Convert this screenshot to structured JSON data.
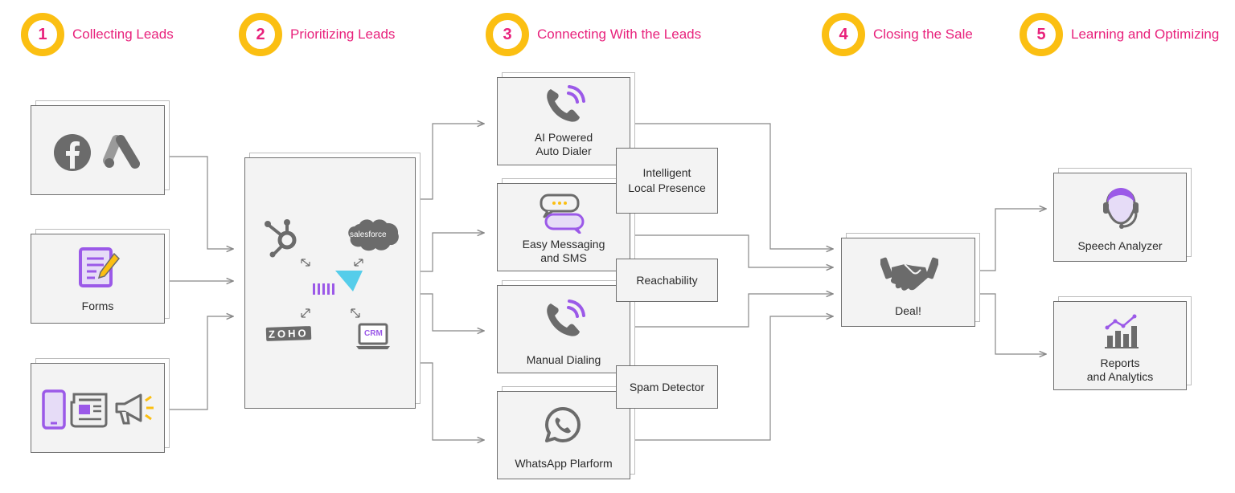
{
  "colors": {
    "accent_pink": "#e8227c",
    "accent_yellow": "#fbbf12",
    "icon_purple": "#9b59e8",
    "icon_gray": "#6b6b6b",
    "connector": "#888888"
  },
  "stages": [
    {
      "number": "1",
      "label": "Collecting Leads"
    },
    {
      "number": "2",
      "label": "Prioritizing Leads"
    },
    {
      "number": "3",
      "label": "Connecting With the Leads"
    },
    {
      "number": "4",
      "label": "Closing the Sale"
    },
    {
      "number": "5",
      "label": "Learning and Optimizing"
    }
  ],
  "sources": {
    "ads": {
      "icons": [
        "facebook-icon",
        "google-ads-icon"
      ]
    },
    "forms": {
      "label": "Forms",
      "icon": "form-edit-icon"
    },
    "offline": {
      "icons": [
        "phone-icon",
        "newspaper-icon",
        "megaphone-icon"
      ]
    }
  },
  "crm_hub": {
    "logos": {
      "salesforce": "salesforce",
      "zoho": "ZOHO",
      "crm": "CRM"
    },
    "icons": [
      "hubspot-icon",
      "salesforce-logo",
      "dialer-logo",
      "zoho-logo",
      "crm-laptop-icon"
    ]
  },
  "channels": [
    {
      "label": "AI Powered\nAuto Dialer",
      "icon": "phone-ringing-icon"
    },
    {
      "label": "Easy Messaging\nand SMS",
      "icon": "chat-bubbles-icon"
    },
    {
      "label": "Manual Dialing",
      "icon": "phone-ringing-icon"
    },
    {
      "label": "WhatsApp Plarform",
      "icon": "whatsapp-icon"
    }
  ],
  "features": [
    {
      "label": "Intelligent\nLocal Presence"
    },
    {
      "label": "Reachability"
    },
    {
      "label": "Spam Detector"
    }
  ],
  "deal": {
    "label": "Deal!",
    "icon": "handshake-icon"
  },
  "outputs": [
    {
      "label": "Speech Analyzer",
      "icon": "agent-headset-icon"
    },
    {
      "label": "Reports\nand Analytics",
      "icon": "chart-report-icon"
    }
  ]
}
